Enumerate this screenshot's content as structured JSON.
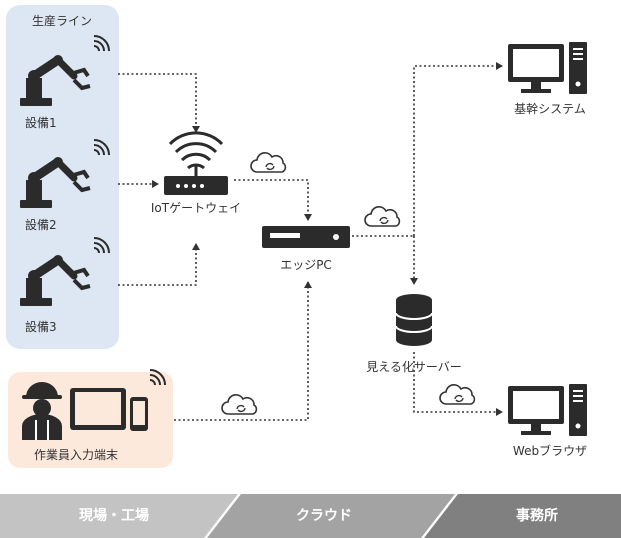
{
  "groups": {
    "production_line": "生産ライン",
    "worker_terminal": "作業員入力端末"
  },
  "nodes": {
    "equipment1": "設備1",
    "equipment2": "設備2",
    "equipment3": "設備3",
    "iot_gateway": "IoTゲートウェイ",
    "edge_pc": "エッジPC",
    "visualization_server": "見える化サーバー",
    "core_system": "基幹システム",
    "web_browser": "Webブラウザ"
  },
  "zones": {
    "site": "現場・工場",
    "cloud": "クラウド",
    "office": "事務所"
  },
  "colors": {
    "panel_line": "#dde7f3",
    "panel_worker": "#fde8dc",
    "icon": "#2b2b2b",
    "zone_site": "#c3c3c3",
    "zone_cloud": "#a3a3a3",
    "zone_office": "#808080"
  }
}
